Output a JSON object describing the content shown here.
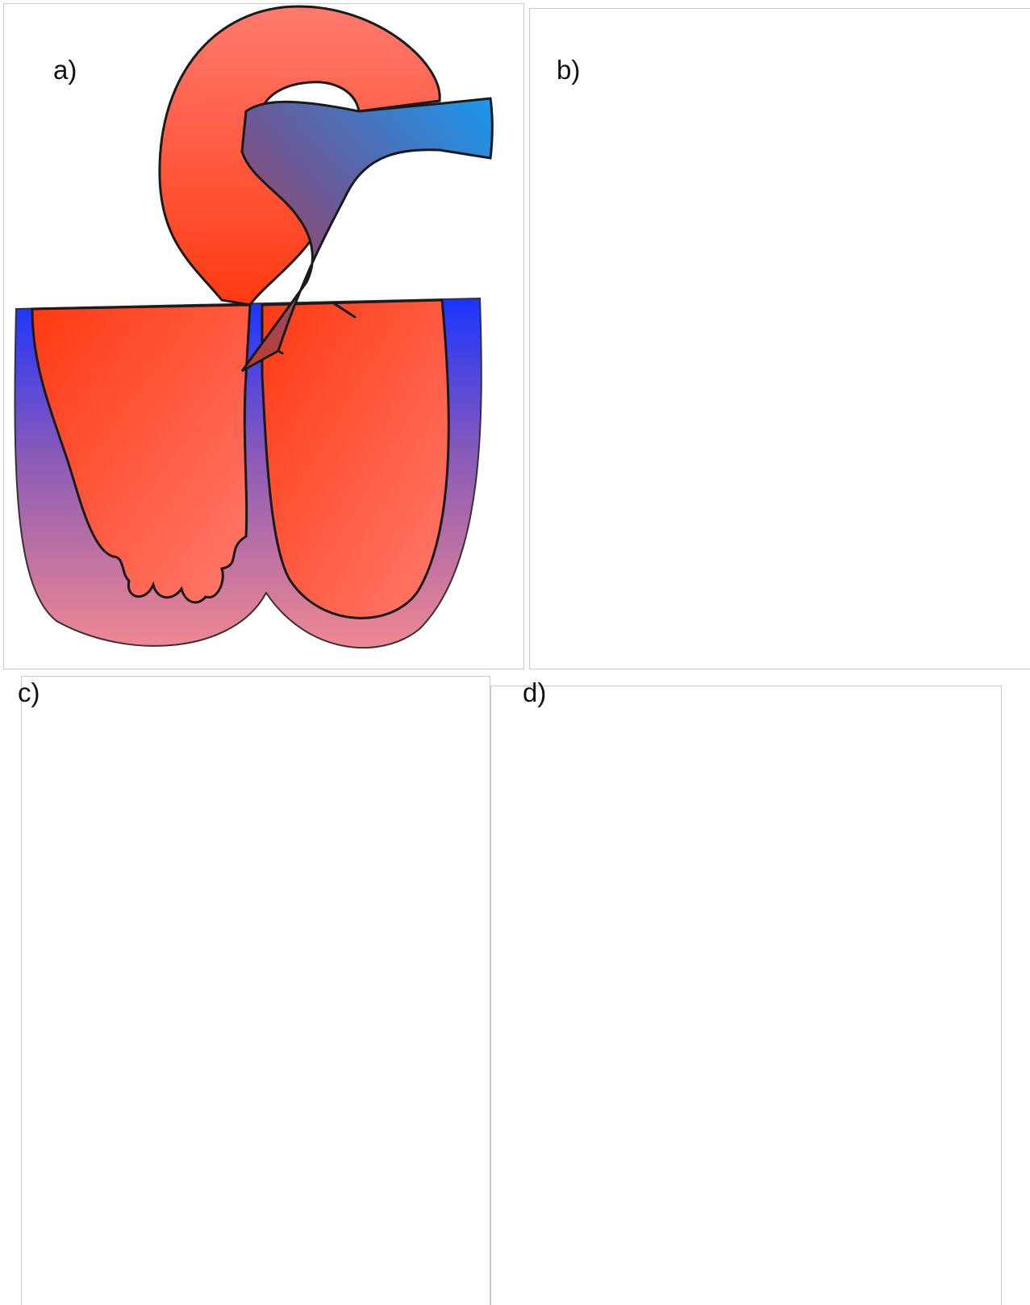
{
  "panels": [
    {
      "id": "a",
      "label": "a)"
    },
    {
      "id": "b",
      "label": "b)"
    },
    {
      "id": "c",
      "label": "c)"
    },
    {
      "id": "d",
      "label": "d)"
    }
  ],
  "colors": {
    "red": "#ff3a12",
    "light_red": "#ff7a6e",
    "blue": "#1a34ff",
    "light_blue": "#1898ef",
    "purple": "#8a5ab8",
    "pink": "#e88a98",
    "dark_red": "#d02030",
    "outline": "#1a1a1a"
  }
}
